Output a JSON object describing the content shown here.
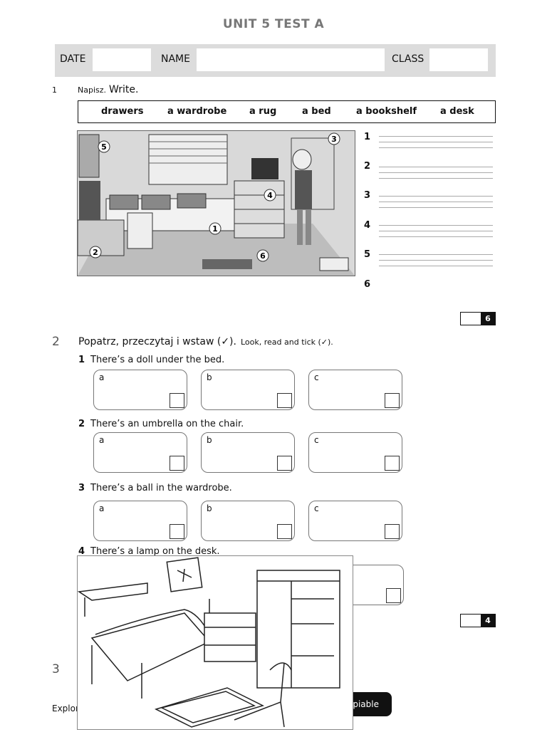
{
  "title": "UNIT 5 TEST A",
  "header": {
    "date": "DATE",
    "name": "NAME",
    "class": "CLASS"
  },
  "q1": {
    "number": "1",
    "instruction_pl": "Napisz.",
    "instruction_en": "Write.",
    "words": [
      "drawers",
      "a wardrobe",
      "a rug",
      "a bed",
      "a bookshelf",
      "a desk"
    ],
    "answer_numbers": [
      "1",
      "2",
      "3",
      "4",
      "5",
      "6"
    ],
    "picture_labels": [
      "1",
      "2",
      "3",
      "4",
      "5",
      "6"
    ],
    "score": "6"
  },
  "q2": {
    "number": "2",
    "instruction_pl": "Popatrz, przeczytaj i wstaw (✓).",
    "instruction_en": "Look, read and tick (✓).",
    "items": [
      {
        "num": "1",
        "text": "There’s a doll under the bed."
      },
      {
        "num": "2",
        "text": "There’s an umbrella on the chair."
      },
      {
        "num": "3",
        "text": "There’s a ball in the wardrobe."
      },
      {
        "num": "4",
        "text": "There’s a lamp on the desk."
      }
    ],
    "letters": [
      "a",
      "b",
      "c"
    ],
    "score": "4"
  },
  "q3": {
    "number": "3"
  },
  "footer": {
    "left": "Explor",
    "badge": "opiable"
  }
}
